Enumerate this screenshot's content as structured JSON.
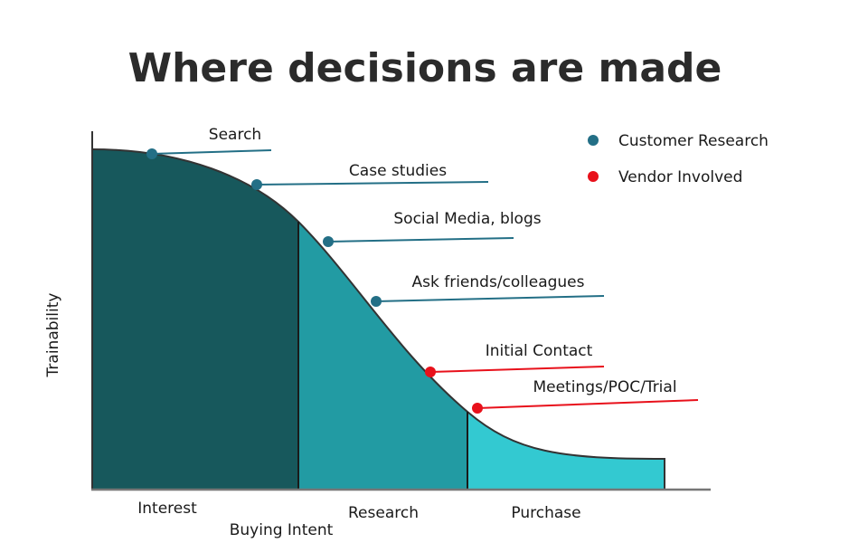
{
  "title": "Where decisions are made",
  "y_axis_label": "Trainability",
  "x_labels": {
    "interest": "Interest",
    "buying_intent": "Buying Intent",
    "research": "Research",
    "purchase": "Purchase"
  },
  "legend": [
    {
      "label": "Customer Research",
      "color": "#236f86"
    },
    {
      "label": "Vendor Involved",
      "color": "#e8111b"
    }
  ],
  "callouts": [
    {
      "label": "Search",
      "type": "customer"
    },
    {
      "label": "Case studies",
      "type": "customer"
    },
    {
      "label": "Social Media, blogs",
      "type": "customer"
    },
    {
      "label": "Ask friends/colleagues",
      "type": "customer"
    },
    {
      "label": "Initial Contact",
      "type": "vendor"
    },
    {
      "label": "Meetings/POC/Trial",
      "type": "vendor"
    }
  ],
  "colors": {
    "interest": "#17585c",
    "research": "#229ba3",
    "purchase": "#33c9d1"
  }
}
